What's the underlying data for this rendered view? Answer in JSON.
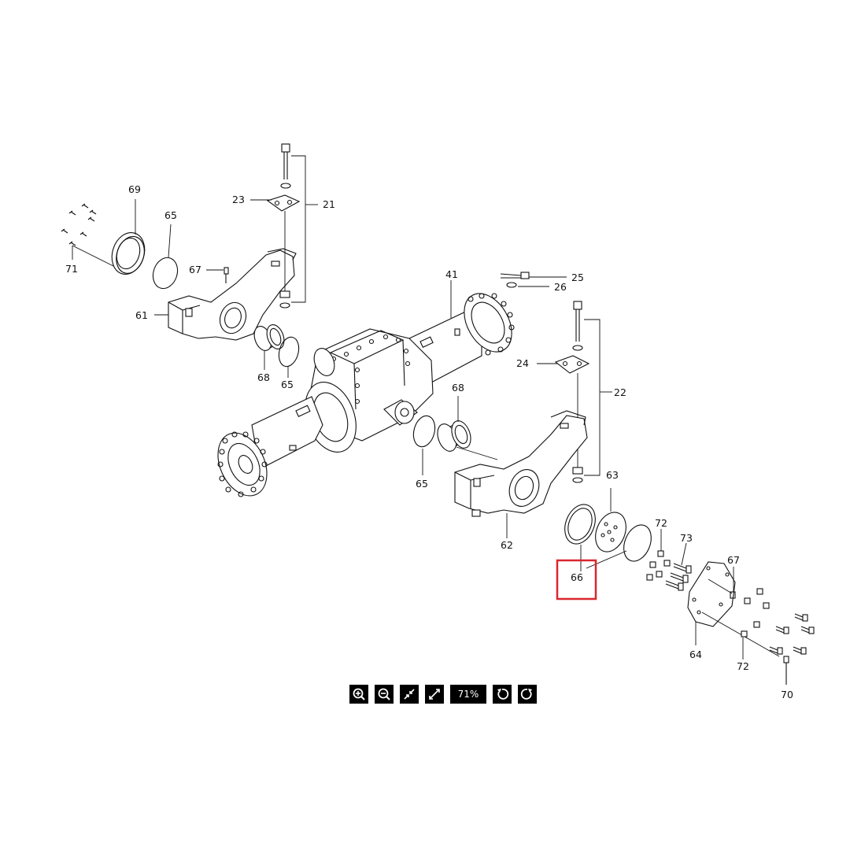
{
  "diagram": {
    "part_labels": [
      {
        "id": "lbl-69",
        "text": "69"
      },
      {
        "id": "lbl-65-a",
        "text": "65"
      },
      {
        "id": "lbl-23",
        "text": "23"
      },
      {
        "id": "lbl-21",
        "text": "21"
      },
      {
        "id": "lbl-71",
        "text": "71"
      },
      {
        "id": "lbl-67-a",
        "text": "67"
      },
      {
        "id": "lbl-61",
        "text": "61"
      },
      {
        "id": "lbl-41",
        "text": "41"
      },
      {
        "id": "lbl-25",
        "text": "25"
      },
      {
        "id": "lbl-26",
        "text": "26"
      },
      {
        "id": "lbl-68-a",
        "text": "68"
      },
      {
        "id": "lbl-65-b",
        "text": "65"
      },
      {
        "id": "lbl-24",
        "text": "24"
      },
      {
        "id": "lbl-22",
        "text": "22"
      },
      {
        "id": "lbl-68-b",
        "text": "68"
      },
      {
        "id": "lbl-65-c",
        "text": "65"
      },
      {
        "id": "lbl-63",
        "text": "63"
      },
      {
        "id": "lbl-62",
        "text": "62"
      },
      {
        "id": "lbl-72-a",
        "text": "72"
      },
      {
        "id": "lbl-73",
        "text": "73"
      },
      {
        "id": "lbl-66",
        "text": "66"
      },
      {
        "id": "lbl-67-b",
        "text": "67"
      },
      {
        "id": "lbl-64",
        "text": "64"
      },
      {
        "id": "lbl-72-b",
        "text": "72"
      },
      {
        "id": "lbl-70",
        "text": "70"
      }
    ],
    "highlighted_part": "66",
    "highlight_color": "#d9272e"
  },
  "toolbar": {
    "zoom_in_icon": "zoom-in-icon",
    "zoom_out_icon": "zoom-out-icon",
    "fit_icon": "fit-to-window-icon",
    "fullscreen_icon": "expand-icon",
    "zoom_level": "71%",
    "rotate_left_icon": "rotate-left-icon",
    "rotate_right_icon": "rotate-right-icon"
  }
}
